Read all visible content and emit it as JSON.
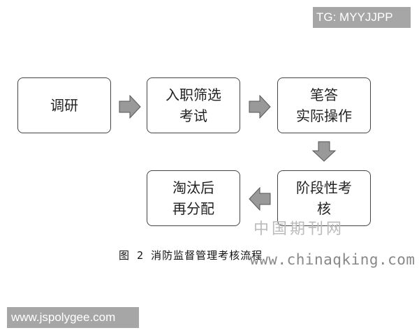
{
  "watermarks": {
    "top_badge": "TG: MYYJJPP",
    "bottom_badge": "www.jspolygee.com",
    "site_cn": "中国期刊网",
    "site_url": "www.chinaqking.com"
  },
  "flowchart": {
    "nodes": [
      {
        "id": "research",
        "lines": [
          "调研"
        ]
      },
      {
        "id": "entry-exam",
        "lines": [
          "入职筛选",
          "考试"
        ]
      },
      {
        "id": "written-practical",
        "lines": [
          "笔答",
          "实际操作"
        ]
      },
      {
        "id": "periodic-assessment",
        "lines": [
          "阶段性考",
          "核"
        ]
      },
      {
        "id": "reassign",
        "lines": [
          "淘汰后",
          "再分配"
        ]
      }
    ],
    "edges": [
      {
        "from": "research",
        "to": "entry-exam",
        "direction": "right"
      },
      {
        "from": "entry-exam",
        "to": "written-practical",
        "direction": "right"
      },
      {
        "from": "written-practical",
        "to": "periodic-assessment",
        "direction": "down"
      },
      {
        "from": "periodic-assessment",
        "to": "reassign",
        "direction": "left"
      }
    ],
    "colors": {
      "arrow_fill": "#999999",
      "arrow_stroke": "#555555",
      "box_border": "#444444"
    }
  },
  "caption": "图 2 消防监督管理考核流程"
}
